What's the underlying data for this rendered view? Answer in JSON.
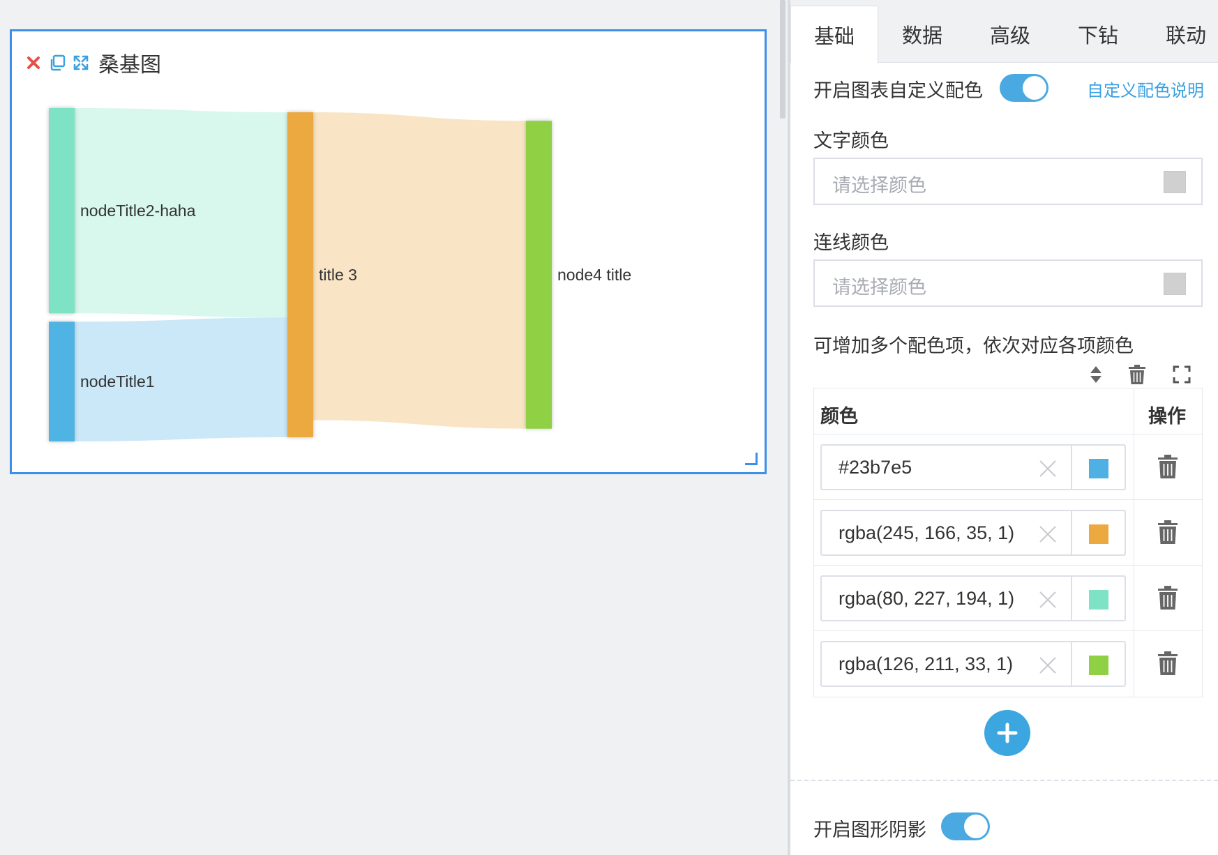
{
  "chart_card": {
    "title": "桑基图",
    "icons": [
      "close-icon",
      "copy-icon",
      "expand-icon"
    ]
  },
  "chart_data": {
    "type": "sankey",
    "title": "桑基图",
    "nodes": [
      {
        "name": "nodeTitle2-haha",
        "color": "#7ee3c5"
      },
      {
        "name": "nodeTitle1",
        "color": "#50b4e4"
      },
      {
        "name": "title 3",
        "color": "#eca940"
      },
      {
        "name": "node4 title",
        "color": "#8fd044"
      }
    ],
    "links": [
      {
        "source": "nodeTitle2-haha",
        "target": "title 3",
        "value": 60
      },
      {
        "source": "nodeTitle1",
        "target": "title 3",
        "value": 35
      },
      {
        "source": "title 3",
        "target": "node4 title",
        "value": 90
      }
    ]
  },
  "panel": {
    "tabs": [
      {
        "label": "基础",
        "active": true
      },
      {
        "label": "数据",
        "active": false
      },
      {
        "label": "高级",
        "active": false
      },
      {
        "label": "下钻",
        "active": false
      },
      {
        "label": "联动",
        "active": false
      }
    ],
    "custom_color": {
      "label": "开启图表自定义配色",
      "enabled": true,
      "help_link": "自定义配色说明"
    },
    "text_color": {
      "label": "文字颜色",
      "placeholder": "请选择颜色"
    },
    "line_color": {
      "label": "连线颜色",
      "placeholder": "请选择颜色"
    },
    "multi_hint": "可增加多个配色项，依次对应各项颜色",
    "toolbar_icons": [
      "sort-icon",
      "trash-icon",
      "fullscreen-icon"
    ],
    "table": {
      "headers": {
        "color": "颜色",
        "action": "操作"
      },
      "rows": [
        {
          "value": "#23b7e5",
          "swatch": "#4fb1e3"
        },
        {
          "value": "rgba(245, 166, 35, 1)",
          "swatch": "#eca940"
        },
        {
          "value": "rgba(80, 227, 194, 1)",
          "swatch": "#7ee3c5"
        },
        {
          "value": "rgba(126, 211, 33, 1)",
          "swatch": "#8fd044"
        }
      ]
    },
    "shadow": {
      "label": "开启图形阴影",
      "enabled": true
    }
  }
}
